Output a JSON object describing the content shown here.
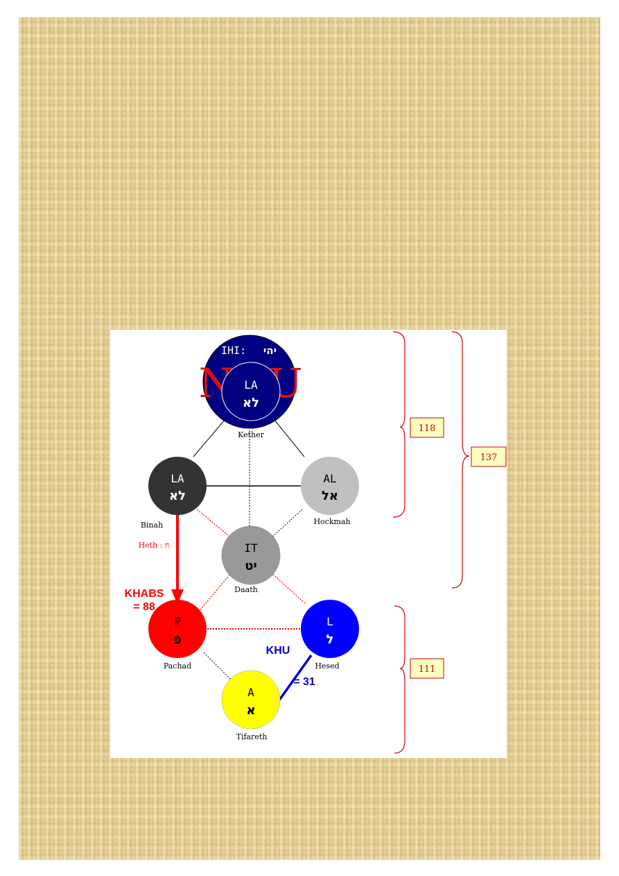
{
  "nodes": [
    {
      "id": "kether",
      "name": "Kether",
      "translit": "LA",
      "hebrew": "לא",
      "fill": "#000080",
      "text_color": "#ffffff"
    },
    {
      "id": "binah",
      "name": "Binah",
      "translit": "LA",
      "hebrew": "לא",
      "fill": "#333333",
      "text_color": "#ffffff"
    },
    {
      "id": "hockmah",
      "name": "Hockmah",
      "translit": "AL",
      "hebrew": "אל",
      "fill": "#c0c0c0",
      "text_color": "#000000"
    },
    {
      "id": "daath",
      "name": "Daath",
      "translit": "IT",
      "hebrew": "יט",
      "fill": "#999999",
      "text_color": "#000000"
    },
    {
      "id": "pachad",
      "name": "Pachad",
      "translit": "P",
      "hebrew": "פ",
      "fill": "#ff0000",
      "text_color": "#000000"
    },
    {
      "id": "hesed",
      "name": "Hesed",
      "translit": "L",
      "hebrew": "ל",
      "fill": "#0000ff",
      "text_color": "#ffffff"
    },
    {
      "id": "tifareth",
      "name": "Tifareth",
      "translit": "A",
      "hebrew": "א",
      "fill": "#ffff00",
      "text_color": "#000000"
    }
  ],
  "kether_top_label": "IHI:",
  "kether_top_hebrew": "יהי",
  "kether_large_letters": [
    "N",
    "U"
  ],
  "heth_label": "Heth : ח",
  "khabs": {
    "label": "KHABS",
    "value": "= 88"
  },
  "khu": {
    "label": "KHU",
    "value": "= 31"
  },
  "brackets": [
    {
      "id": "upper",
      "value": "118"
    },
    {
      "id": "total",
      "value": "137"
    },
    {
      "id": "lower",
      "value": "111"
    }
  ],
  "colors": {
    "khabs": "#ff0000",
    "khu": "#0000cc",
    "bracket": "#cc0000",
    "box_fill": "#ffffc0"
  }
}
